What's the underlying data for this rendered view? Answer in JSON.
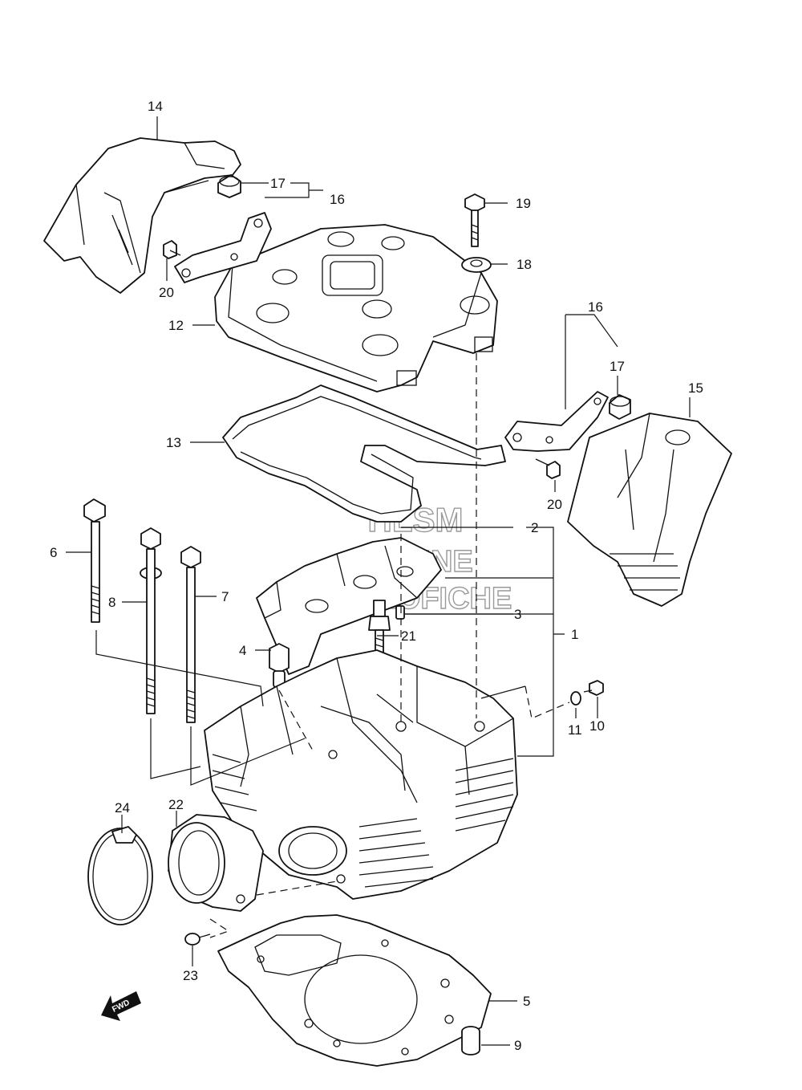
{
  "callouts": [
    {
      "id": "c1",
      "text": "1"
    },
    {
      "id": "c2",
      "text": "2"
    },
    {
      "id": "c3",
      "text": "3"
    },
    {
      "id": "c4",
      "text": "4"
    },
    {
      "id": "c5",
      "text": "5"
    },
    {
      "id": "c6",
      "text": "6"
    },
    {
      "id": "c7",
      "text": "7"
    },
    {
      "id": "c8",
      "text": "8"
    },
    {
      "id": "c9",
      "text": "9"
    },
    {
      "id": "c10",
      "text": "10"
    },
    {
      "id": "c11",
      "text": "11"
    },
    {
      "id": "c12",
      "text": "12"
    },
    {
      "id": "c13",
      "text": "13"
    },
    {
      "id": "c14",
      "text": "14"
    },
    {
      "id": "c15",
      "text": "15"
    },
    {
      "id": "c16a",
      "text": "16"
    },
    {
      "id": "c16b",
      "text": "16"
    },
    {
      "id": "c17a",
      "text": "17"
    },
    {
      "id": "c17b",
      "text": "17"
    },
    {
      "id": "c18",
      "text": "18"
    },
    {
      "id": "c19",
      "text": "19"
    },
    {
      "id": "c20a",
      "text": "20"
    },
    {
      "id": "c20b",
      "text": "20"
    },
    {
      "id": "c21",
      "text": "21"
    },
    {
      "id": "c22",
      "text": "22"
    },
    {
      "id": "c23",
      "text": "23"
    },
    {
      "id": "c24",
      "text": "24"
    }
  ],
  "watermark": {
    "line1": "HLSM",
    "line2": "ONLINE",
    "line3": "MICROFICHE"
  },
  "fwd_label": "FWD"
}
